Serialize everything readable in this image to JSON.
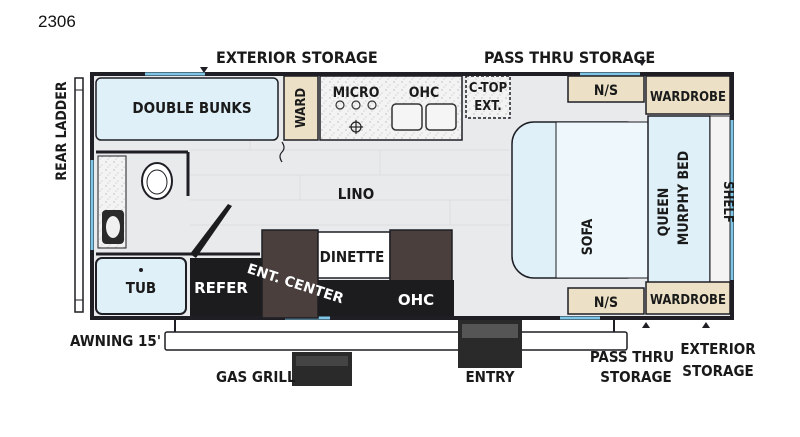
{
  "model": "2306",
  "labels": {
    "exterior_storage_top": "EXTERIOR STORAGE",
    "pass_thru_storage_top": "PASS THRU STORAGE",
    "double_bunks": "DOUBLE BUNKS",
    "ward": "WARD",
    "micro": "MICRO",
    "ohc_top": "OHC",
    "c_top": "C-TOP",
    "ext": "EXT.",
    "ns_top": "N/S",
    "wardrobe_top": "WARDROBE",
    "rear_ladder": "REAR LADDER",
    "lino": "LINO",
    "sofa": "SOFA",
    "queen": "QUEEN",
    "murphy_bed": "MURPHY BED",
    "shelf": "SHELF",
    "dinette": "DINETTE",
    "ent_center": "ENT. CENTER",
    "tub": "TUB",
    "refer": "REFER",
    "ohc_bottom": "OHC",
    "ns_bottom": "N/S",
    "wardrobe_bottom": "WARDROBE",
    "awning": "AWNING 15'",
    "gas_grill": "GAS GRILL",
    "entry": "ENTRY",
    "pass_thru": "PASS THRU",
    "storage_a": "STORAGE",
    "exterior": "EXTERIOR",
    "storage_b": "STORAGE"
  },
  "colors": {
    "floor": "#e9eaec",
    "wall": "#1e1e24",
    "mattress": "#dff0f8",
    "cabinet": "#ece1c6",
    "dark_fixture": "#1c1c1f",
    "dinette_brown": "#4a3f3c",
    "window": "#7fc6e6"
  }
}
